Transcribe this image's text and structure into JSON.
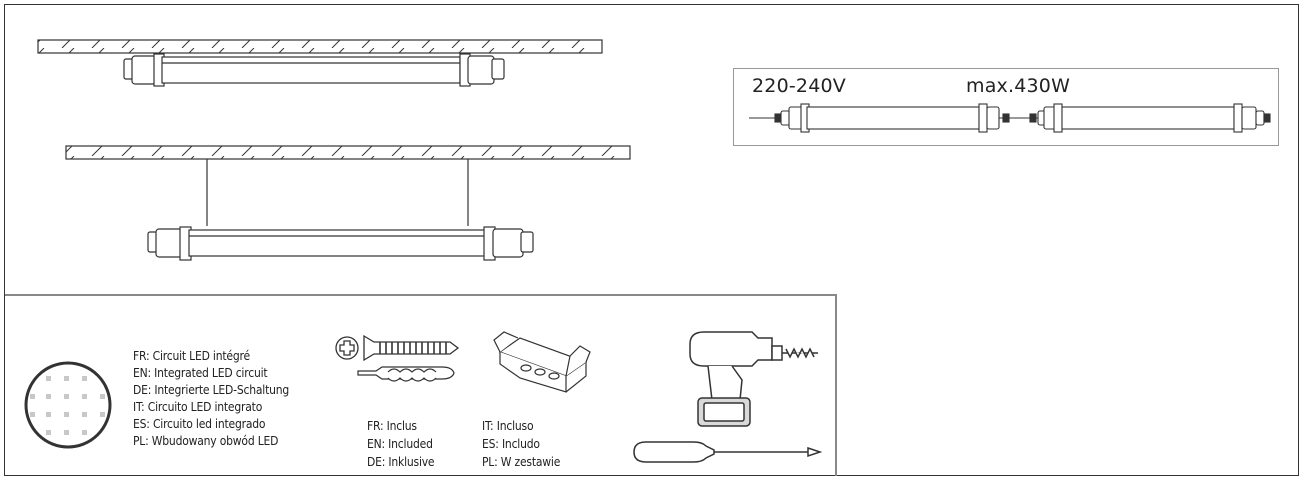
{
  "connection": {
    "voltage": "220-240V",
    "max_power": "max.430W"
  },
  "led_circuit": {
    "lines": [
      "FR: Circuit LED intégré",
      "EN: Integrated LED circuit",
      "DE: Integrierte LED-Schaltung",
      "IT: Circuito LED integrato",
      "ES: Circuito led integrado",
      "PL: Wbudowany obwód LED"
    ]
  },
  "included": {
    "col1": [
      "FR: Inclus",
      "EN: Included",
      "DE: Inklusive"
    ],
    "col2": [
      "IT: Incluso",
      "ES: Includo",
      "PL: W zestawie"
    ]
  },
  "icons": [
    "led-circuit-icon",
    "screw-icon",
    "wall-plug-icon",
    "mounting-clip-icon",
    "drill-icon",
    "screwdriver-icon"
  ],
  "colors": {
    "line": "#333333",
    "panel_border": "#888888"
  }
}
